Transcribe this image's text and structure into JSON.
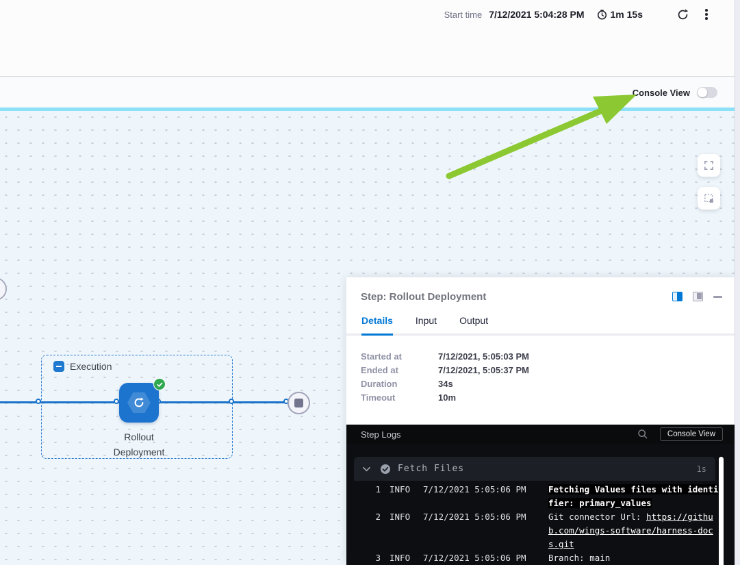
{
  "topbar": {
    "start_time_label": "Start time",
    "start_time_value": "7/12/2021 5:04:28 PM",
    "elapsed": "1m 15s"
  },
  "console_toggle": {
    "label": "Console View",
    "state": "off"
  },
  "canvas": {
    "execution_group_label": "Execution",
    "step_label_line1": "Rollout",
    "step_label_line2": "Deployment",
    "step_status": "success",
    "zoom_controls": [
      "fullscreen",
      "fit-selection",
      "zoom-in",
      "zoom-out"
    ]
  },
  "icons": [
    "clock-icon",
    "refresh-icon",
    "kebab-menu-icon",
    "fullscreen-icon",
    "fit-selection-icon",
    "zoom-in-icon",
    "zoom-out-icon",
    "rollout-refresh-icon",
    "success-check-icon",
    "collapse-minus-icon",
    "stop-icon",
    "split-view-blue-icon",
    "split-view-gray-icon",
    "minimize-icon",
    "search-icon",
    "chevron-down-icon",
    "section-check-icon",
    "toggle-switch"
  ],
  "step_panel": {
    "title": "Step: Rollout Deployment",
    "tabs": [
      {
        "label": "Details",
        "active": true
      },
      {
        "label": "Input",
        "active": false
      },
      {
        "label": "Output",
        "active": false
      }
    ],
    "details": [
      {
        "label": "Started at",
        "value": "7/12/2021, 5:05:03 PM"
      },
      {
        "label": "Ended at",
        "value": "7/12/2021, 5:05:37 PM"
      },
      {
        "label": "Duration",
        "value": "34s"
      },
      {
        "label": "Timeout",
        "value": "10m"
      }
    ],
    "logs": {
      "title": "Step Logs",
      "console_view_button": "Console View",
      "section": {
        "title": "Fetch Files",
        "duration": "1s"
      },
      "lines": [
        {
          "num": "1",
          "level": "INFO",
          "time": "7/12/2021 5:05:06 PM",
          "message": "Fetching Values files with identifier: primary_values",
          "emphasis": true
        },
        {
          "num": "2",
          "level": "INFO",
          "time": "7/12/2021 5:05:06 PM",
          "message": "Git connector Url: ",
          "link": "https://github.com/wings-software/harness-docs.git"
        },
        {
          "num": "3",
          "level": "INFO",
          "time": "7/12/2021 5:05:06 PM",
          "message": "Branch: main"
        }
      ]
    }
  },
  "colors": {
    "accent_blue": "#0278d5",
    "flow_blue": "#1a73ca",
    "success_green": "#2fa84f",
    "arrow_green": "#8cc832",
    "divider_cyan": "#8ce0f7"
  }
}
